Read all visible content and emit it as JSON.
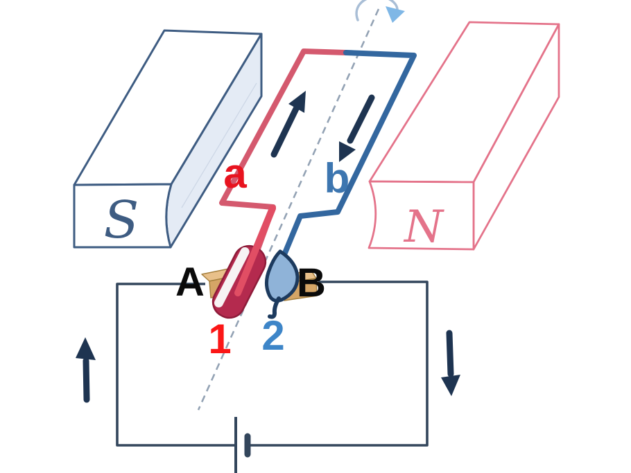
{
  "diagram": {
    "labels": {
      "magnet_left": "S",
      "magnet_right": "N",
      "coil_side_left": "a",
      "coil_side_right": "b",
      "brush_left": "A",
      "brush_right": "B",
      "commutator_segment_left": "1",
      "commutator_segment_right": "2"
    },
    "arrows": {
      "coil_side_a_current": "up",
      "coil_side_b_current": "down",
      "circuit_left_current": "up",
      "circuit_right_current": "down",
      "rotation_direction": "clockwise"
    },
    "colors": {
      "background": "#ffffff",
      "magnet-s-outline": "#3e5c82",
      "magnet-s-face": "#e4ebf5",
      "magnet-s-crease": "#c3cfdf",
      "magnet-n-outline": "#e4738a",
      "coil-a": "#d4596e",
      "coil-b": "#33679f",
      "wire-red-bright": "#e14e64",
      "comm1-fill": "#b42a4e",
      "comm1-dark": "#8e1c3a",
      "comm1-highlight": "#f7f3f4",
      "comm2-fill": "#8fb3d8",
      "comm2-outline": "#1c3a5e",
      "brush-top": "#e8c08a",
      "brush-front": "#d5a566",
      "brush-edge": "#a6803f",
      "circuit-wire": "#33465c",
      "arrow-dark": "#1e3451",
      "axis-dash": "#93a2b4",
      "rotation-arc": "#a9bed6",
      "rotation-head": "#7fb7e6",
      "label-a": "#e8131f",
      "label-b": "#3d76b0",
      "label-1": "#fb1616",
      "label-2": "#3d85c8",
      "label-black": "#0a0a0a"
    }
  }
}
